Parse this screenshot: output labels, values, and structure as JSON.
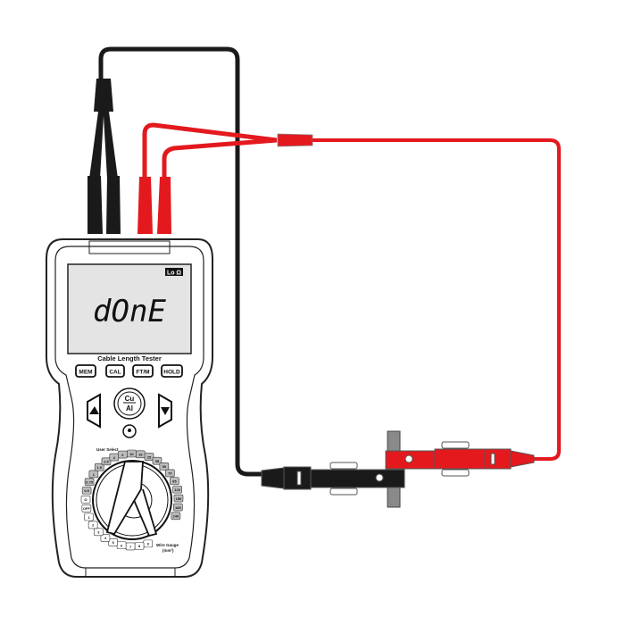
{
  "meter": {
    "display_text": "dOnE",
    "mode_badge": "Lo Ω",
    "device_name": "Cable Length Tester",
    "buttons": [
      "MEM",
      "CAL",
      "FT/M",
      "HOLD"
    ],
    "material_button": {
      "top": "Cu",
      "bottom": "Al"
    },
    "dial": {
      "user_select_label": "User Select",
      "user_positions": [
        "1",
        "2",
        "3",
        "4",
        "5",
        "6",
        "7",
        "8",
        "9"
      ],
      "off_label": "OFF",
      "ohm_label": "Ω",
      "gauge_positions": [
        "0.5",
        "0.75",
        "1",
        "1.5",
        "2.5",
        "4",
        "6",
        "10",
        "16",
        "25",
        "35",
        "50",
        "70",
        "95",
        "120",
        "150",
        "185",
        "240"
      ],
      "gauge_label": "Wire Gauge",
      "gauge_unit": "(mm²)"
    }
  },
  "colors": {
    "black_lead": "#1a1a1a",
    "red_lead": "#e3191e",
    "lcd": "#e4e4e4",
    "dial_gray": "#bdbdbd",
    "pipe": "#8a8a8a"
  }
}
